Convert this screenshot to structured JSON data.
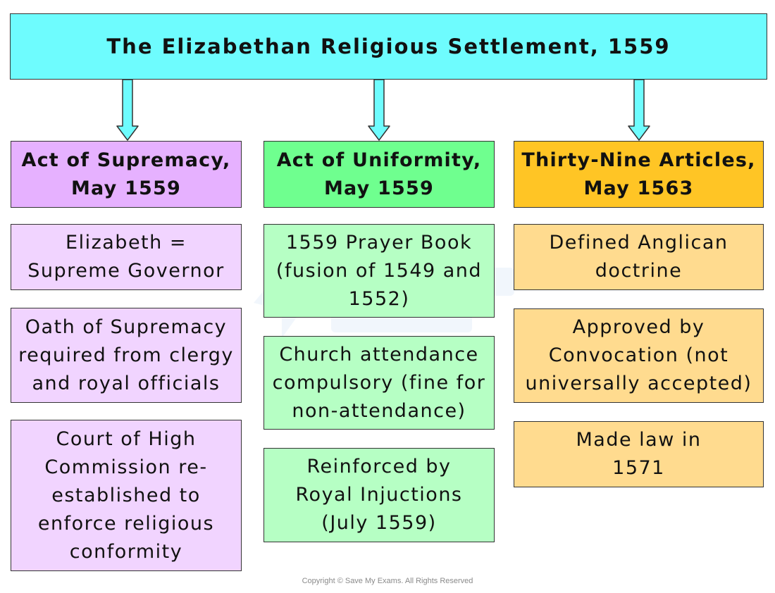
{
  "title": "The Elizabethan Religious Settlement, 1559",
  "columns": [
    {
      "heading": "Act of Supremacy,\nMay 1559",
      "items": [
        "Elizabeth =\nSupreme Governor",
        "Oath of Supremacy\nrequired from clergy\nand royal officials",
        "Court of High\nCommission re-\nestablished to\nenforce religious\nconformity"
      ]
    },
    {
      "heading": "Act of Uniformity,\nMay 1559",
      "items": [
        "1559 Prayer Book\n(fusion of 1549 and\n1552)",
        "Church attendance\ncompulsory (fine for\nnon-attendance)",
        "Reinforced by\nRoyal Injuctions\n(July 1559)"
      ]
    },
    {
      "heading": "Thirty-Nine Articles,\nMay 1563",
      "items": [
        "Defined Anglican\ndoctrine",
        "Approved by\nConvocation (not\nuniversally accepted)",
        "Made law in\n1571"
      ]
    }
  ],
  "copyright": "Copyright © Save My Exams. All Rights Reserved",
  "colors": {
    "title_bg": "#6efcfe",
    "col1_heading": "#e6b1ff",
    "col1_items": "#f1d4ff",
    "col2_heading": "#6fff8f",
    "col2_items": "#b6ffc4",
    "col3_heading": "#ffc525",
    "col3_items": "#ffdb8f"
  }
}
